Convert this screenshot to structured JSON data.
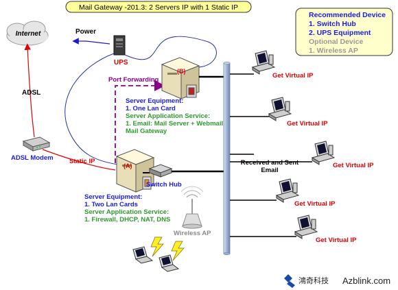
{
  "title": "Mail Gateway -201.3: 2 Servers IP with 1 Static IP",
  "legend": {
    "heading": "Recommended Device",
    "items": [
      "1. Switch Hub",
      "2. UPS Equipment"
    ],
    "optional_heading": "Optional Device",
    "optional_items": [
      "1. Wireless AP"
    ]
  },
  "labels": {
    "internet": "Internet",
    "power": "Power",
    "ups": "UPS",
    "adsl": "ADSL",
    "adsl_modem": "ADSL Modem",
    "static_ip": "Static IP",
    "port_forwarding": "Port Forwarding",
    "server_a_tag": "(A)",
    "server_b_tag": "(B)",
    "switch_hub": "Switch Hub",
    "wireless_ap": "Wireless AP",
    "received_sent_1": "Received and Sent",
    "received_sent_2": "Email"
  },
  "server_b_info": {
    "heading": "Server Equipment:",
    "item": "1. One Lan Card",
    "service_heading": "Server Application Service:",
    "service_line1": "1. Email: Mail Server + Webmail +",
    "service_line2": "Mail Gateway"
  },
  "server_a_info": {
    "heading": "Server Equipment:",
    "item": "1. Two Lan Cards",
    "service_heading": "Server Application Service:",
    "service_line1": "1. Firewall, DHCP, NAT, DNS"
  },
  "clients": [
    {
      "label": "Get Virtual IP"
    },
    {
      "label": "Get Virtual IP"
    },
    {
      "label": "Get Virtual IP"
    },
    {
      "label": "Get Virtual IP"
    },
    {
      "label": "Get Virtual IP"
    }
  ],
  "brand": {
    "cn": "鴻奇科技",
    "site": "Azblink.com"
  },
  "colors": {
    "title_bg": "#ffff99",
    "blue_text": "#1a1aee",
    "green_text": "#2e9a2e",
    "red_text": "#e00000",
    "purple": "#8b008b",
    "gray_text": "#8a8a8a",
    "bus": "#8aa3c8"
  }
}
